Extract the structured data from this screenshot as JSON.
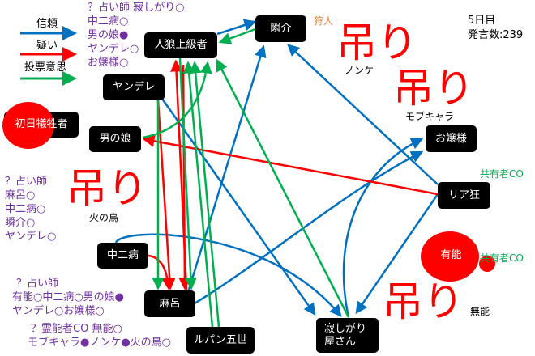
{
  "legend": {
    "trust": "信頼",
    "doubt": "疑い",
    "vote": "投票意思"
  },
  "colors": {
    "trust": "#0070c0",
    "doubt": "#ff0000",
    "vote": "#00b050",
    "note": "#7030a0"
  },
  "status": {
    "day": "5日目",
    "posts": "発言数:239"
  },
  "nodes": {
    "jinro": "人狼上級者",
    "shunsuke": "瞬介",
    "yandere": "ヤンデレ",
    "victim": "初日犠牲者",
    "otokonoko": "男の娘",
    "ojousama": "お嬢様",
    "riakyo": "リア狂",
    "yuno": "有能",
    "chuni": "中二病",
    "maro": "麻呂",
    "lupin": "ルパン五世",
    "sabishi1": "寂しがり",
    "sabishi2": "屋さん"
  },
  "roles": {
    "hunter": "狩人",
    "shared1": "共有者CO",
    "shared2": "共有者CO"
  },
  "hanged": {
    "label": "吊り",
    "names": [
      "ノンケ",
      "モブキャラ",
      "火の鳥",
      "無能"
    ]
  },
  "notes": {
    "seer1": [
      "？占い師 寂しがり○",
      "中二病○",
      "男の娘●",
      "ヤンデレ○",
      "お嬢様○"
    ],
    "seer2": [
      "？占い師",
      "麻呂○",
      "中二病○",
      "瞬介○",
      "ヤンデレ○"
    ],
    "seer3": [
      "？占い師",
      "有能○中二病○男の娘●",
      "ヤンデレ○お嬢様○"
    ],
    "medium": [
      "？霊能者CO 無能○",
      "モブキャラ●ノンケ●火の鳥○"
    ]
  }
}
